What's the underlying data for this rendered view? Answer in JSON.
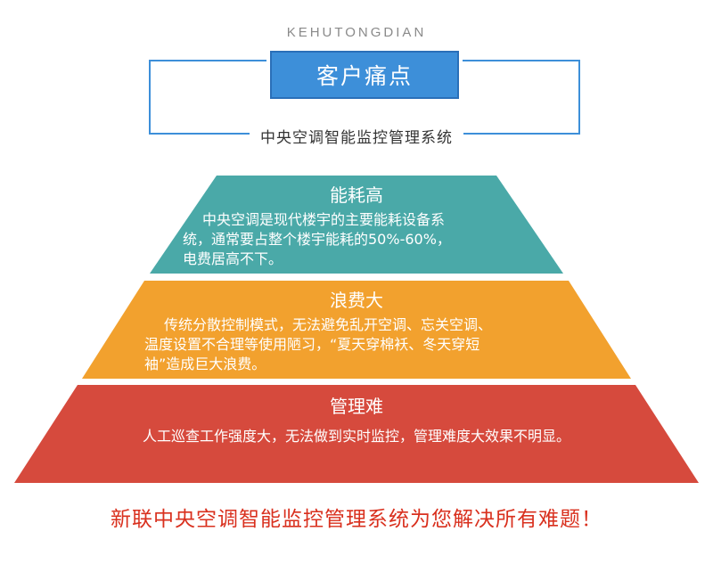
{
  "header": {
    "eyebrow": "KEHUTONGDIAN",
    "title": "客户痛点",
    "subtitle": "中央空调智能监控管理系统"
  },
  "tiers": [
    {
      "heading": "能耗高",
      "body": [
        "中央空调是现代楼宇的主要能耗设备系",
        "统，通常要占整个楼宇能耗的50%-60%，",
        "电费居高不下。"
      ],
      "color": "#4aa9a8"
    },
    {
      "heading": "浪费大",
      "body": [
        "传统分散控制模式，无法避免乱开空调、忘关空调、",
        "温度设置不合理等使用陋习，“夏天穿棉袄、冬天穿短",
        "袖”造成巨大浪费。"
      ],
      "color": "#f2a12e"
    },
    {
      "heading": "管理难",
      "body": [
        "人工巡查工作强度大，无法做到实时监控，管理难度大效果不明显。"
      ],
      "color": "#d64a3d"
    }
  ],
  "footer": {
    "message": "新联中央空调智能监控管理系统为您解决所有难题！"
  }
}
